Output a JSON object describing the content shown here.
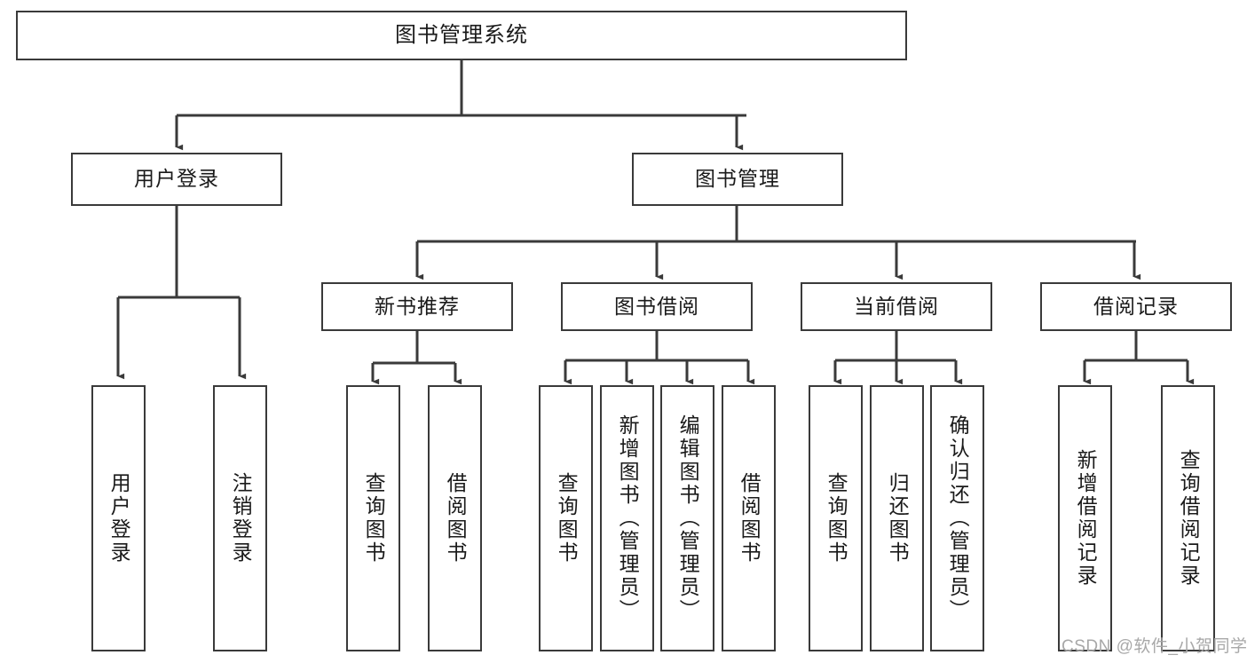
{
  "diagram": {
    "type": "hierarchy-tree",
    "title": "图书管理系统",
    "root": {
      "label": "图书管理系统"
    },
    "level1": [
      {
        "id": "user-login",
        "label": "用户登录"
      },
      {
        "id": "book-management",
        "label": "图书管理"
      }
    ],
    "level2": [
      {
        "id": "new-book-recommend",
        "label": "新书推荐",
        "parent": "book-management"
      },
      {
        "id": "book-borrow",
        "label": "图书借阅",
        "parent": "book-management"
      },
      {
        "id": "current-borrow",
        "label": "当前借阅",
        "parent": "book-management"
      },
      {
        "id": "borrow-record",
        "label": "借阅记录",
        "parent": "book-management"
      }
    ],
    "leaves": {
      "user_login": [
        {
          "id": "leaf-user-login",
          "label": "用户登录"
        },
        {
          "id": "leaf-user-logout",
          "label": "注销登录"
        }
      ],
      "new_book_recommend": [
        {
          "id": "leaf-query-book-1",
          "label": "查询图书"
        },
        {
          "id": "leaf-borrow-book-1",
          "label": "借阅图书"
        }
      ],
      "book_borrow": [
        {
          "id": "leaf-query-book-2",
          "label": "查询图书"
        },
        {
          "id": "leaf-add-book",
          "label": "新增图书（管理员）"
        },
        {
          "id": "leaf-edit-book",
          "label": "编辑图书（管理员）"
        },
        {
          "id": "leaf-borrow-book-2",
          "label": "借阅图书"
        }
      ],
      "current_borrow": [
        {
          "id": "leaf-query-book-3",
          "label": "查询图书"
        },
        {
          "id": "leaf-return-book",
          "label": "归还图书"
        },
        {
          "id": "leaf-confirm-return",
          "label": "确认归还（管理员）"
        }
      ],
      "borrow_record": [
        {
          "id": "leaf-add-record",
          "label": "新增借阅记录"
        },
        {
          "id": "leaf-query-record",
          "label": "查询借阅记录"
        }
      ]
    }
  },
  "watermark": {
    "text": "CSDN @软件_小贺同学"
  },
  "colors": {
    "stroke": "#3a3a3a",
    "box_fill": "#ffffff",
    "text": "#1a1a1a",
    "watermark": "#a8a8a8",
    "background": "#ffffff"
  }
}
